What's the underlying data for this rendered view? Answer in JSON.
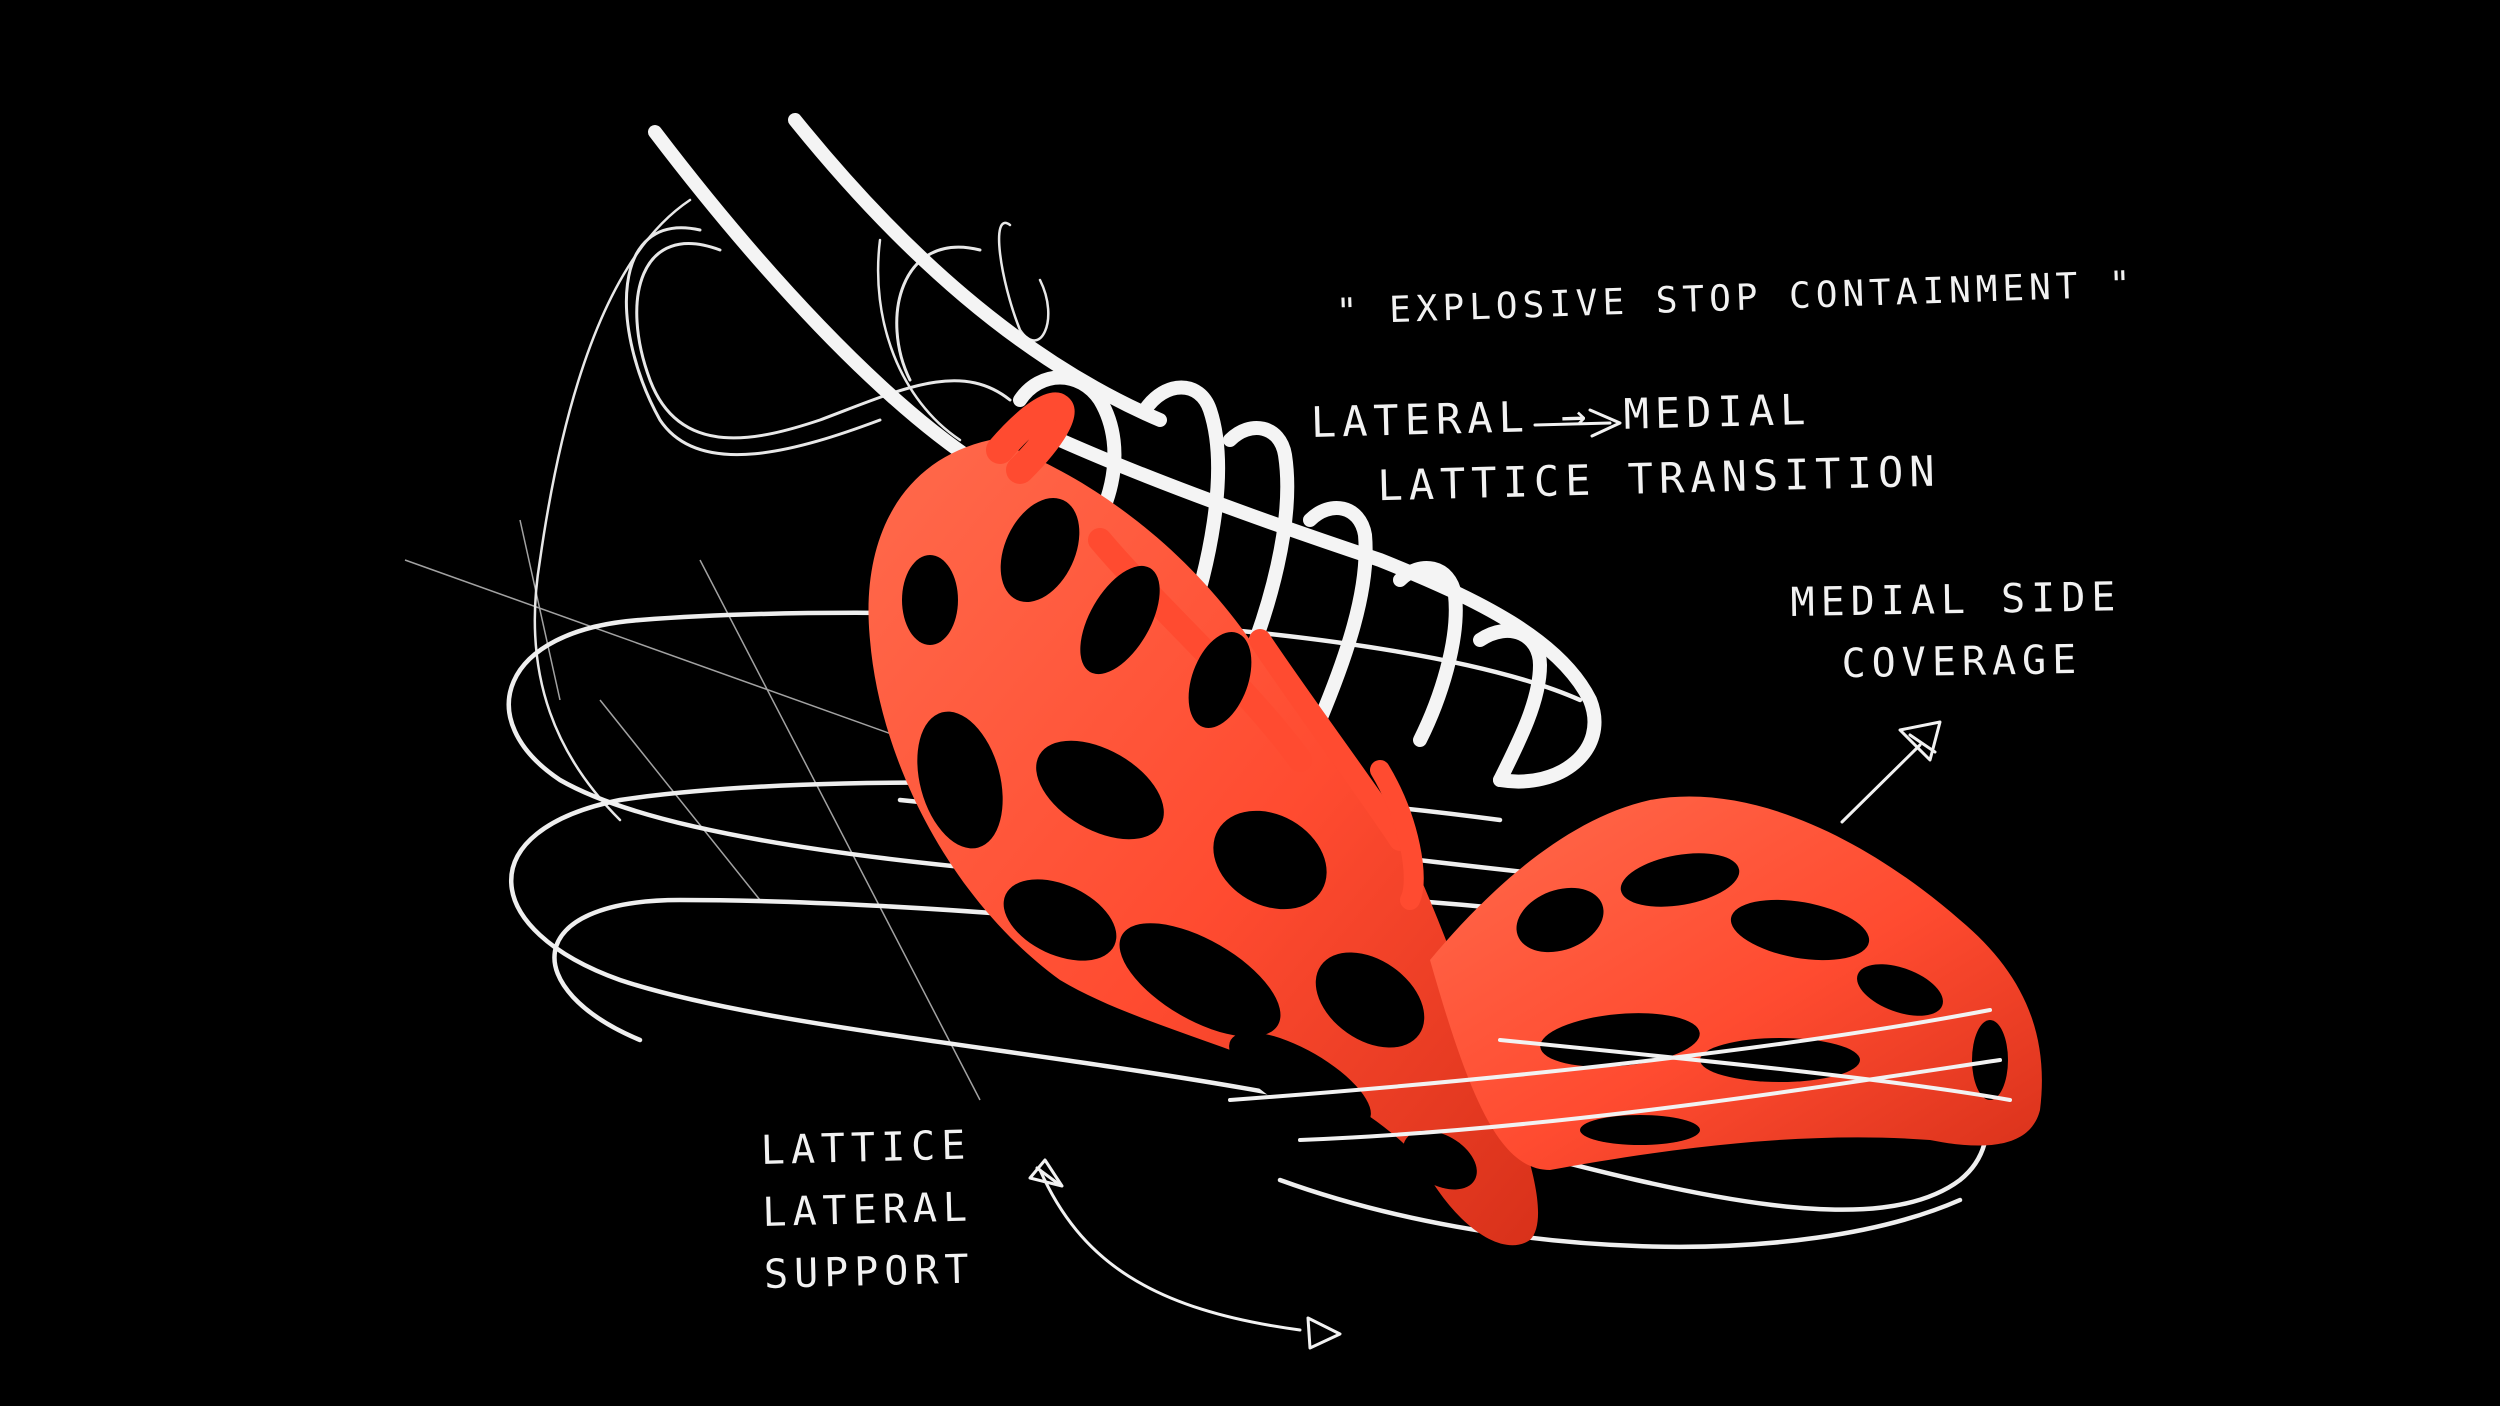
{
  "annotations": {
    "explosive": "\" EXPLOSIVE STOP CONTAINMENT \"",
    "lateral_transition": {
      "line1": "LATERAL → MEDIAL",
      "line2": "LATTICE TRANSITION"
    },
    "medial_side": {
      "line1": "MEDIAL SIDE",
      "line2": "COVERAGE"
    },
    "lattice_support": {
      "line1": "LATTICE",
      "line2": "LATERAL",
      "line3": "SUPPORT"
    }
  },
  "colors": {
    "background": "#000000",
    "lattice": "#ff4b30",
    "lattice_shadow": "#c92a14",
    "line": "#f2f2f2"
  },
  "icons": [
    "sketch-arrow-icon",
    "arrow-head-icon"
  ]
}
